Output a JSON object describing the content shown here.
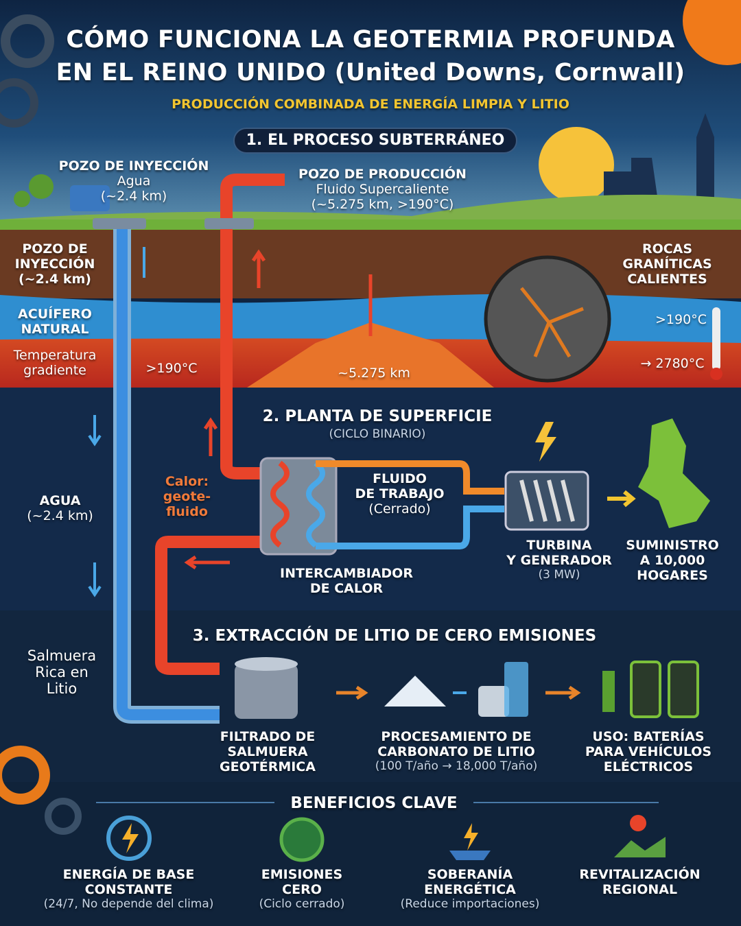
{
  "title": {
    "line1": "CÓMO FUNCIONA LA GEOTERMIA PROFUNDA",
    "line2": "EN EL REINO UNIDO (United Downs, Cornwall)",
    "subtitle": "PRODUCCIÓN COMBINADA DE ENERGÍA LIMPIA Y LITIO"
  },
  "section1": {
    "title": "1. EL PROCESO SUBTERRÁNEO",
    "injection_well": {
      "l1": "POZO DE INYECCIÓN",
      "l2": "Agua",
      "l3": "(~2.4 km)"
    },
    "production_well": {
      "l1": "POZO DE PRODUCCIÓN",
      "l2": "Fluido Supercaliente",
      "l3": "(~5.275 km, >190°C)"
    },
    "left_labels": {
      "injection": [
        "POZO DE",
        "INYECCIÓN",
        "(~2.4 km)"
      ],
      "aquifer": [
        "ACUÍFERO",
        "NATURAL"
      ],
      "gradient": [
        "Temperatura",
        "gradiente"
      ]
    },
    "temp_mid": ">190°C",
    "depth": "~5.275 km",
    "rocks": [
      "ROCAS",
      "GRANÍTICAS",
      "CALIENTES"
    ],
    "temp_high": ">190°C",
    "temp_max": "→ 2780°C"
  },
  "section2": {
    "title": "2. PLANTA DE SUPERFICIE",
    "subtitle": "(CICLO BINARIO)",
    "heat": [
      "Calor:",
      "geote-",
      "fluido"
    ],
    "water": [
      "AGUA",
      "(~2.4 km)"
    ],
    "working_fluid": [
      "FLUIDO",
      "DE TRABAJO",
      "(Cerrado)"
    ],
    "exchanger": [
      "INTERCAMBIADOR",
      "DE CALOR"
    ],
    "turbine": [
      "TURBINA",
      "Y GENERADOR",
      "(3 MW)"
    ],
    "supply": [
      "SUMINISTRO",
      "A 10,000",
      "HOGARES"
    ]
  },
  "section3": {
    "title": "3. EXTRACCIÓN DE LITIO DE CERO EMISIONES",
    "brine": [
      "Salmuera",
      "Rica en",
      "Litio"
    ],
    "filter": [
      "FILTRADO DE",
      "SALMUERA",
      "GEOTÉRMICA"
    ],
    "processing": [
      "PROCESAMIENTO DE",
      "CARBONATO DE LITIO",
      "(100 T/año → 18,000 T/año)"
    ],
    "use": [
      "USO: BATERÍAS",
      "PARA VEHÍCULOS",
      "ELÉCTRICOS"
    ]
  },
  "benefits": {
    "title": "BENEFICIOS CLAVE",
    "items": [
      {
        "icon": "lightning-clock-icon",
        "l1": "ENERGÍA DE BASE",
        "l2": "CONSTANTE",
        "l3": "(24/7, No depende del clima)"
      },
      {
        "icon": "leaf-icon",
        "l1": "EMISIONES",
        "l2": "CERO",
        "l3": "(Ciclo cerrado)"
      },
      {
        "icon": "solar-lightning-icon",
        "l1": "SOBERANÍA",
        "l2": "ENERGÉTICA",
        "l3": "(Reduce importaciones)"
      },
      {
        "icon": "map-pin-landscape-icon",
        "l1": "REVITALIZACIÓN",
        "l2": "REGIONAL",
        "l3": ""
      }
    ]
  },
  "colors": {
    "accent": "#f2c530",
    "hot": "#e8402a",
    "cold": "#4aa8e8",
    "ground": "#6a3a22"
  }
}
